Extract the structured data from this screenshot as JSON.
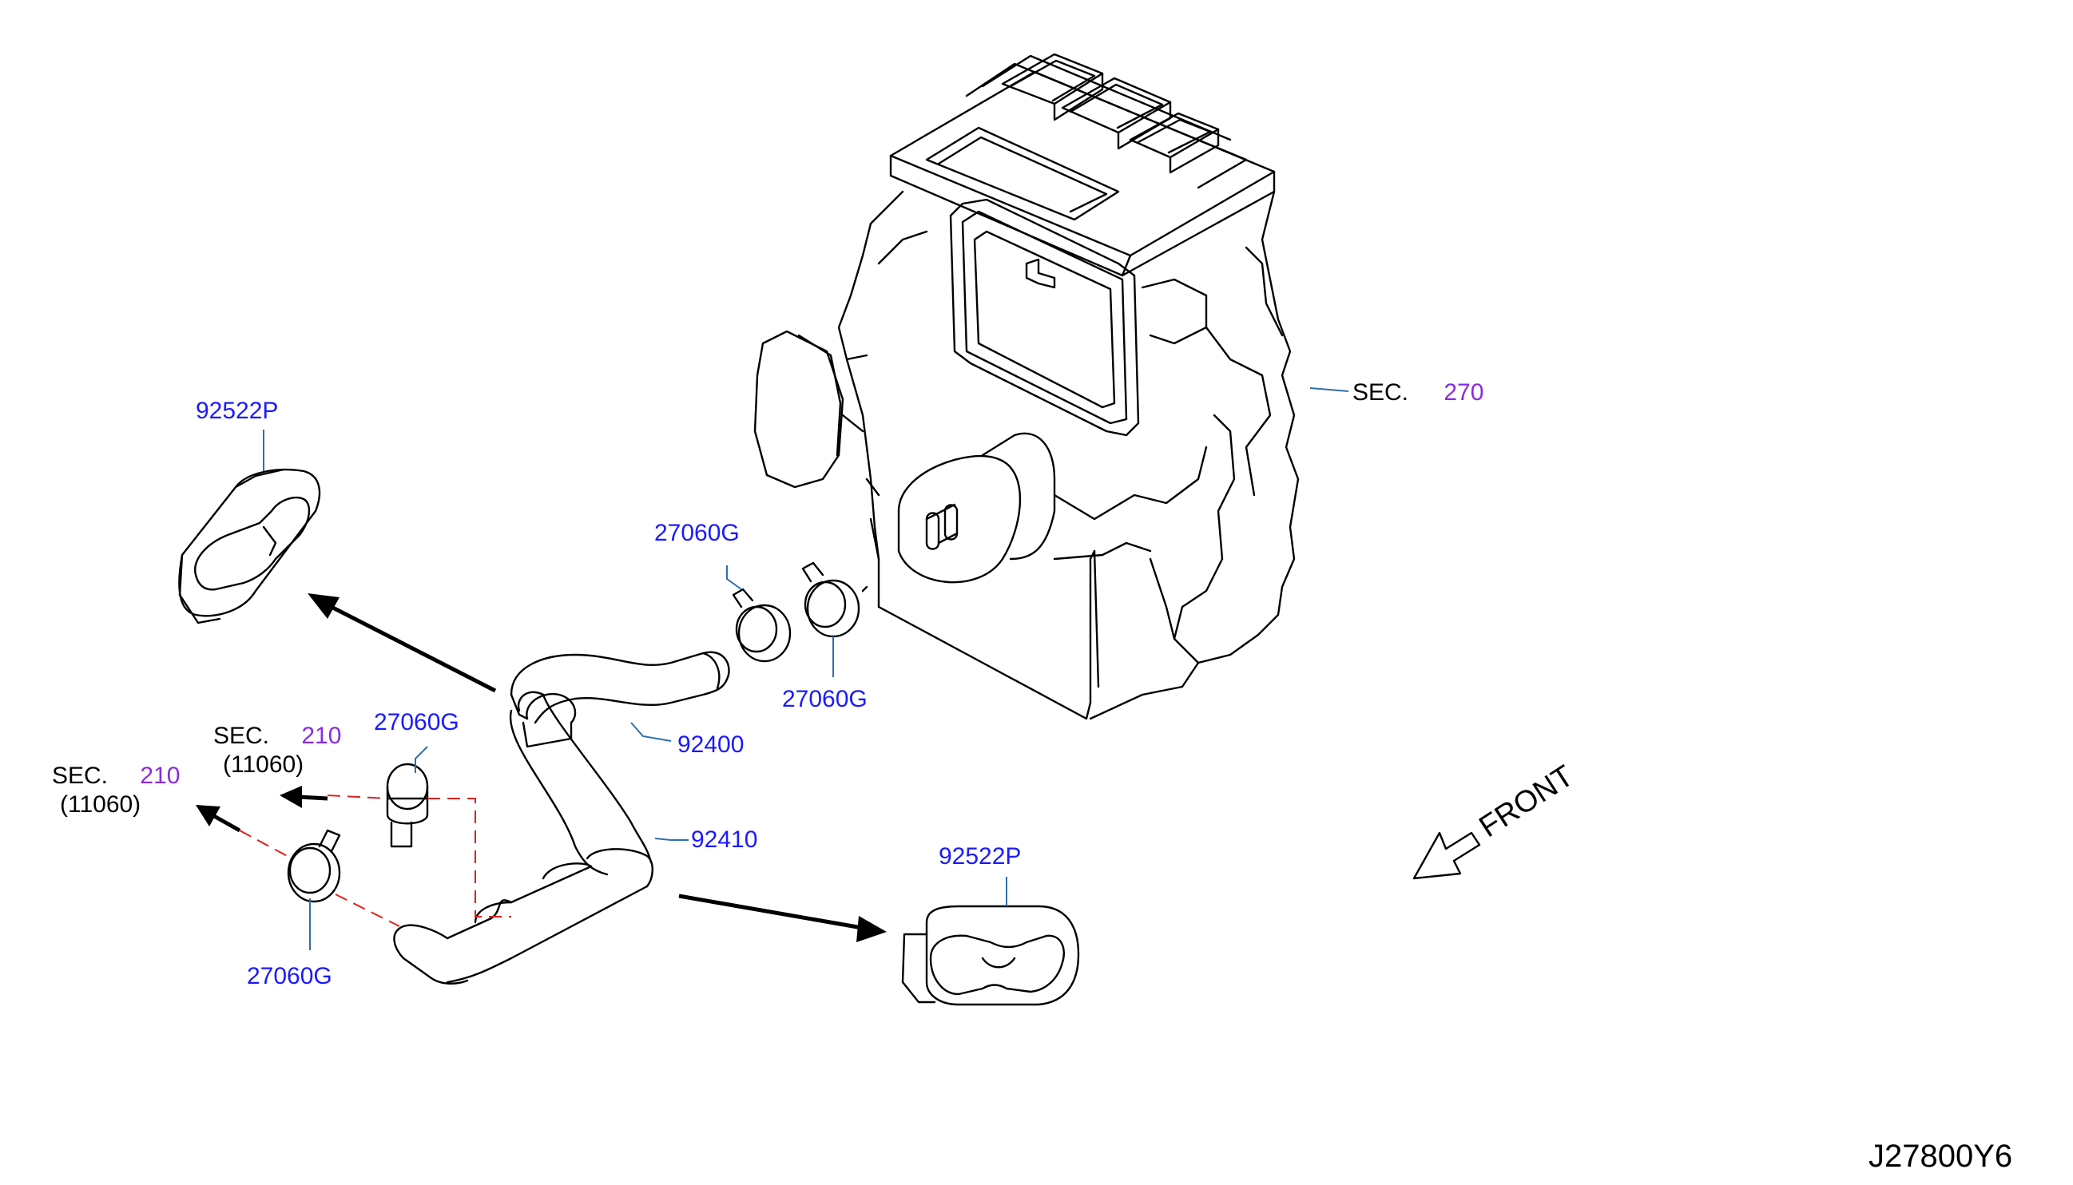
{
  "labels": {
    "grommet_upper": "92522P",
    "grommet_lower": "92522P",
    "clamp_upper_left": "27060G",
    "clamp_upper_right": "27060G",
    "clamp_mid": "27060G",
    "clamp_lower": "27060G",
    "hose_inlet": "92400",
    "hose_outlet": "92410",
    "sec_heater_prefix": "SEC.",
    "sec_heater_num": "270",
    "sec_engine_a_prefix": "SEC.",
    "sec_engine_a_num": "210",
    "sec_engine_a_ref": "(11060)",
    "sec_engine_b_prefix": "SEC.",
    "sec_engine_b_num": "210",
    "sec_engine_b_ref": "(11060)",
    "front": "FRONT",
    "diagram_code": "J27800Y6"
  },
  "colors": {
    "part_number": "#1a1aff",
    "section_number": "#8a2be2",
    "leader": "#2f6db0",
    "phantom_line": "#e02020"
  },
  "icons": [
    "heater-unit-drawing",
    "hose-drawing",
    "clamp-drawing",
    "grommet-drawing",
    "direction-arrow-icon",
    "front-arrow-icon"
  ]
}
